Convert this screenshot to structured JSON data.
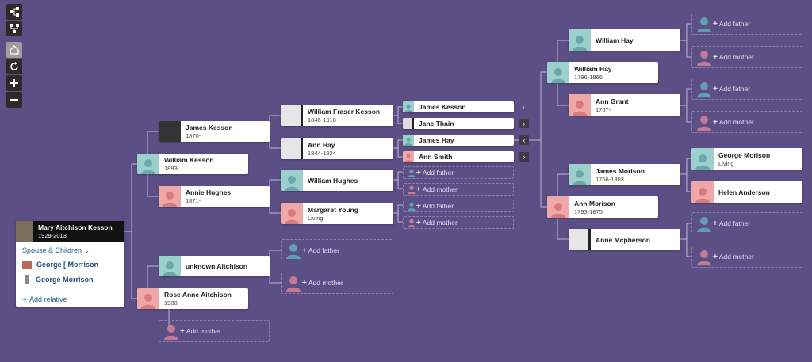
{
  "toolbar": {
    "icons": [
      "tree-horizontal-icon",
      "tree-vertical-icon",
      "home-icon",
      "reset-icon",
      "zoom-in-icon",
      "zoom-out-icon"
    ]
  },
  "colors": {
    "background": "#5c4f85",
    "male": "#9bd0cf",
    "female": "#f0a7a7",
    "link": "#2a5d8f"
  },
  "focus": {
    "name": "Mary Aitchison Kesson",
    "dates": "1929-2013",
    "spouse_children_label": "Spouse & Children",
    "children": [
      "George [ Morrison",
      "George Morrison"
    ],
    "add_relative_label": "Add relative"
  },
  "add_father": "Add father",
  "add_mother": "Add mother",
  "people": {
    "william_kesson": {
      "name": "William Kesson",
      "dates": "1893-"
    },
    "rose_anne_aitchison": {
      "name": "Rose Anne Aitchison",
      "dates": "1900-"
    },
    "james_kesson_1870": {
      "name": "James Kesson",
      "dates": "1870-"
    },
    "annie_hughes": {
      "name": "Annie Hughes",
      "dates": "1871-"
    },
    "unknown_aitchison": {
      "name": "unknown Aitchison",
      "dates": ""
    },
    "william_fraser_kesson": {
      "name": "William Fraser Kesson",
      "dates": "1846-1918"
    },
    "ann_hay": {
      "name": "Ann Hay",
      "dates": "1844-1924"
    },
    "william_hughes": {
      "name": "William Hughes",
      "dates": ""
    },
    "margaret_young": {
      "name": "Margaret Young",
      "dates": "Living"
    },
    "james_kesson_g4": {
      "name": "James Kesson"
    },
    "jane_thain": {
      "name": "Jane Thain"
    },
    "james_hay": {
      "name": "James Hay"
    },
    "ann_smith": {
      "name": "Ann Smith"
    },
    "william_hay_top": {
      "name": "William Hay",
      "dates": ""
    },
    "william_hay": {
      "name": "William Hay",
      "dates": "1796-1866"
    },
    "ann_grant": {
      "name": "Ann Grant",
      "dates": "1767-"
    },
    "james_morison": {
      "name": "James Morison",
      "dates": "1756-1803"
    },
    "ann_morison": {
      "name": "Ann Morison",
      "dates": "1793-1875"
    },
    "anne_mcpherson": {
      "name": "Anne Mcpherson",
      "dates": ""
    },
    "george_morison": {
      "name": "George Morison",
      "dates": "Living"
    },
    "helen_anderson": {
      "name": "Helen Anderson",
      "dates": ""
    }
  }
}
